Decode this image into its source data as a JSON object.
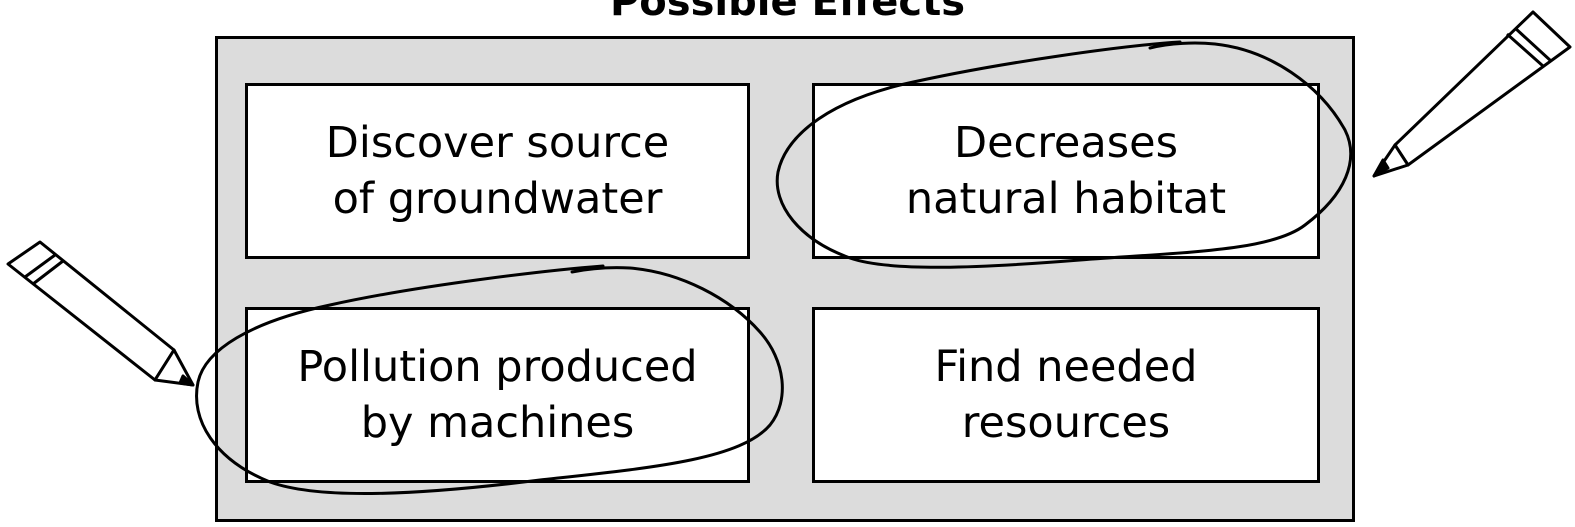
{
  "title": "Possible Effects",
  "cards": [
    {
      "text": "Discover source\nof groundwater",
      "circled": false
    },
    {
      "text": "Decreases\nnatural habitat",
      "circled": true
    },
    {
      "text": "Pollution produced\nby machines",
      "circled": true
    },
    {
      "text": "Find needed\nresources",
      "circled": false
    }
  ],
  "icons": [
    "pencil-icon",
    "pencil-icon"
  ]
}
